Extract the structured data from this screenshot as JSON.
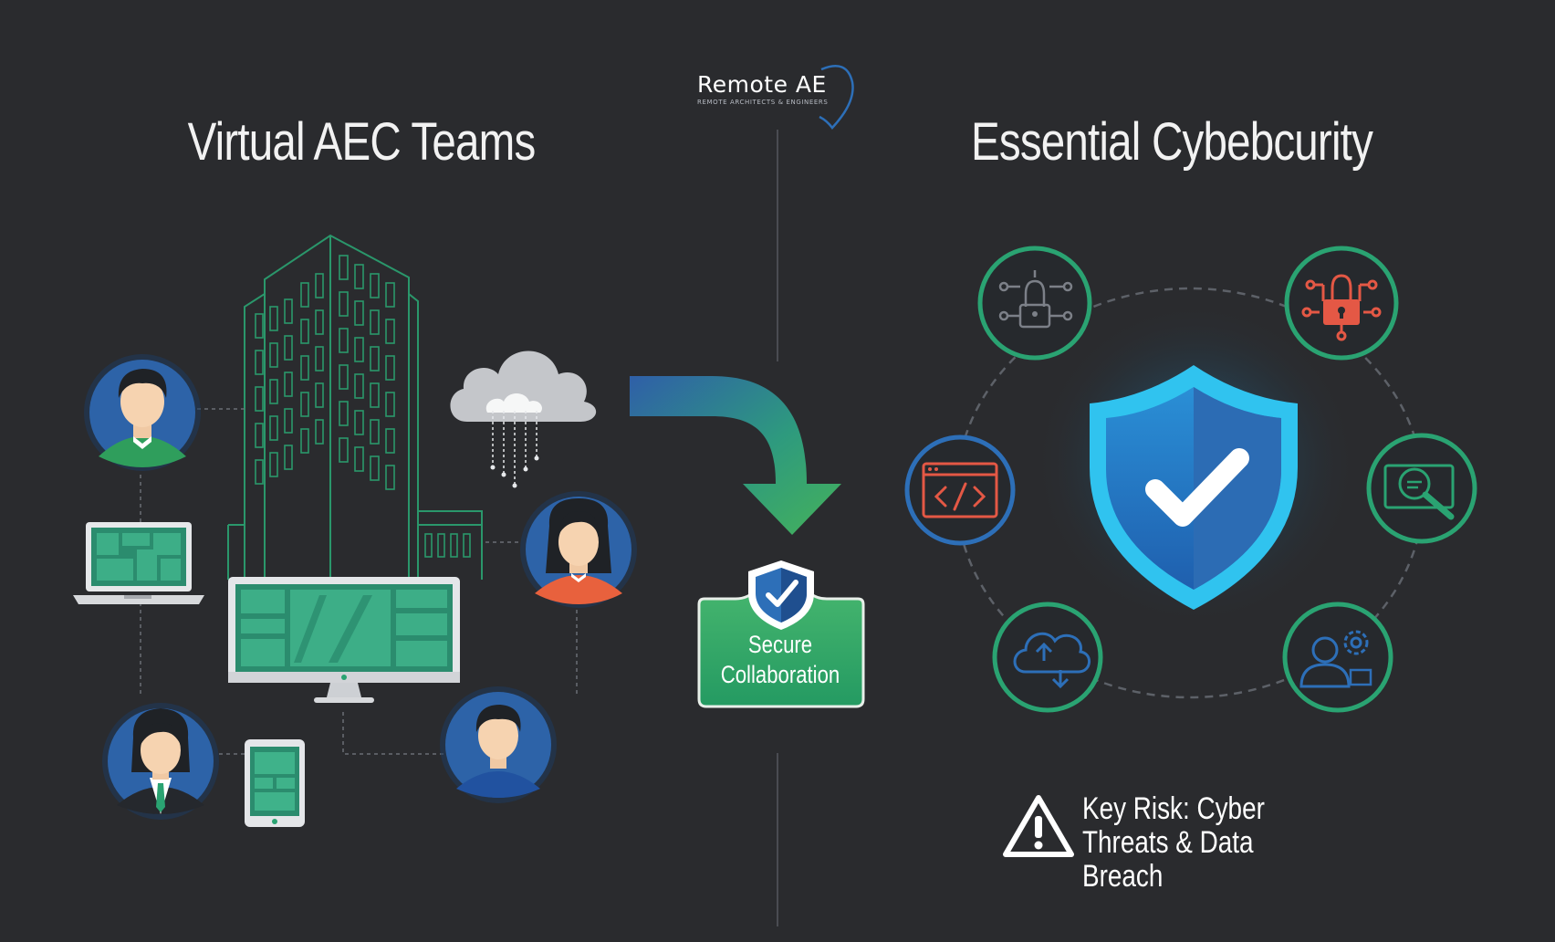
{
  "logo": {
    "name": "Remote AE",
    "tagline": "REMOTE ARCHITECTS & ENGINEERS"
  },
  "left_panel": {
    "title": "Virtual AEC Teams"
  },
  "right_panel": {
    "title": "Essential Cybebcurity"
  },
  "center_badge": {
    "line1": "Secure",
    "line2": "Collaboration"
  },
  "risk_banner": {
    "line1": "Key Risk: Cyber",
    "line2": "Threats & Data Breach"
  },
  "icons": [
    "building-icon",
    "cloud-icon",
    "person-icon",
    "laptop-icon",
    "monitor-icon",
    "tablet-icon",
    "arrow-icon",
    "shield-check-icon",
    "lock-circuit-icon",
    "code-icon",
    "search-icon",
    "cloud-sync-icon",
    "user-gear-icon",
    "warning-icon"
  ],
  "colors": {
    "background": "#2a2b2e",
    "teal": "#2aa372",
    "green": "#3fae68",
    "blue": "#2d6fb8",
    "cyan": "#30c3ef",
    "red": "#e45845"
  }
}
